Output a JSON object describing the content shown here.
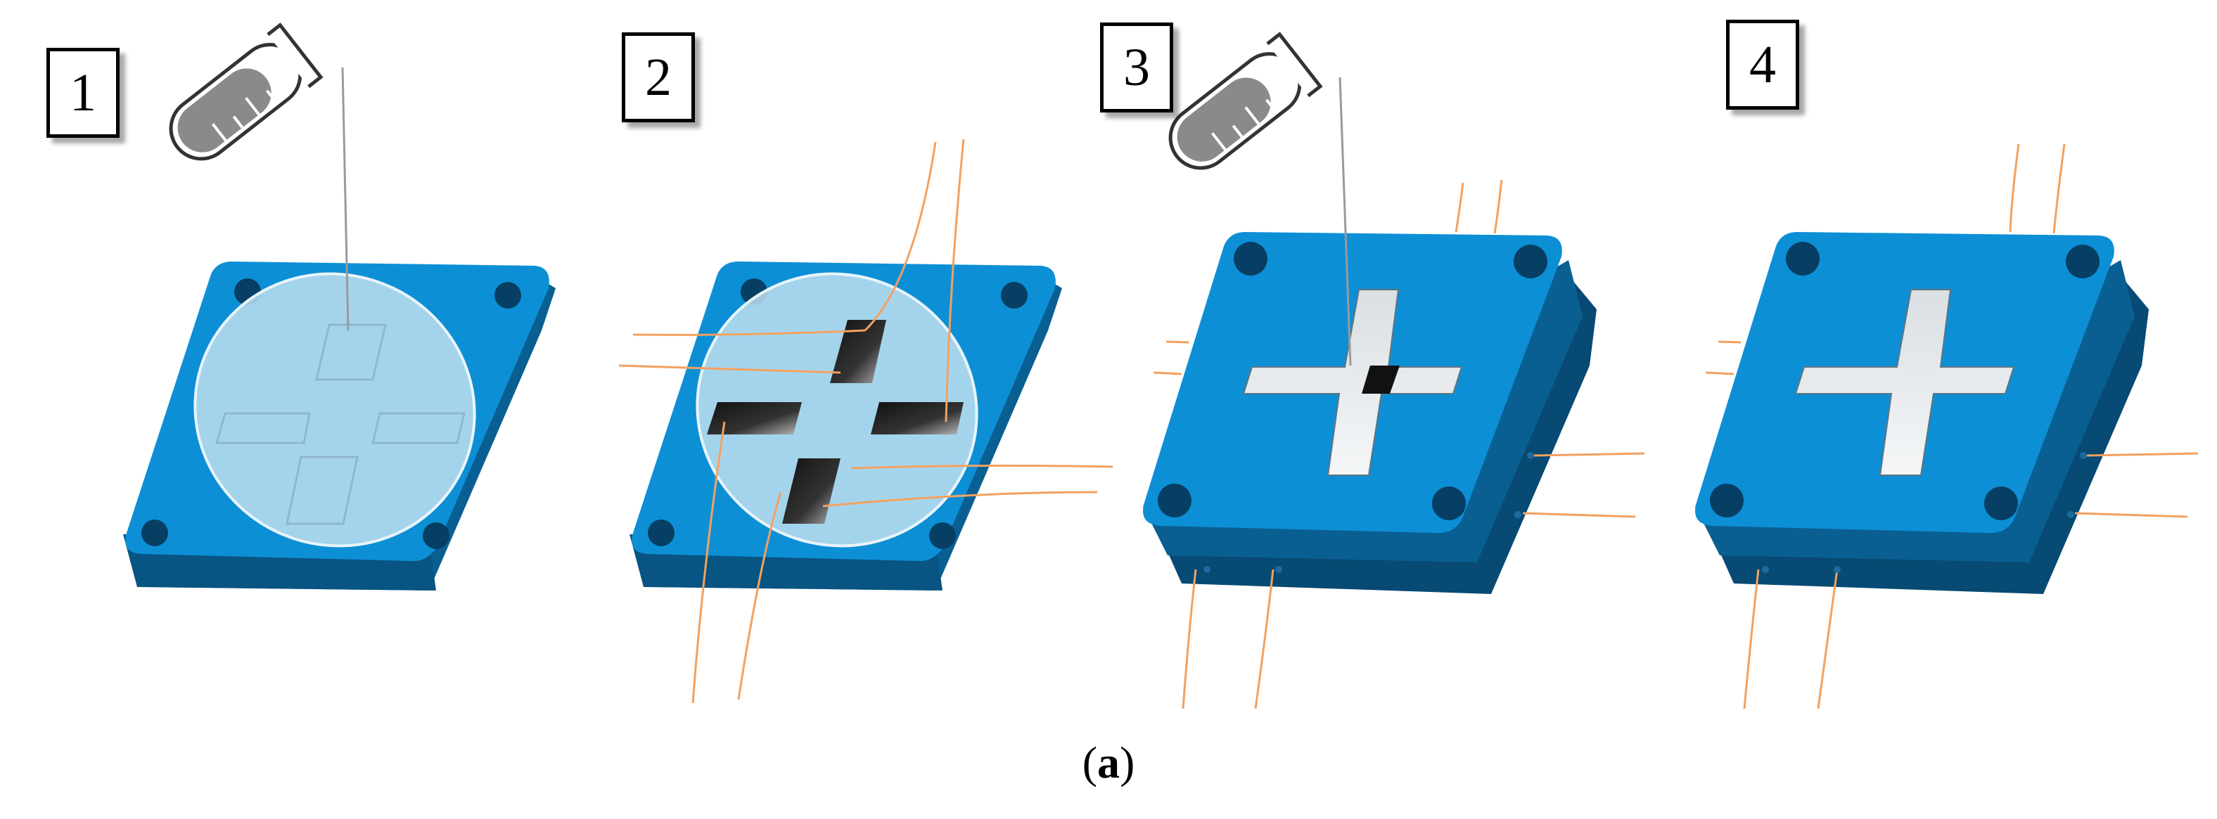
{
  "steps": [
    {
      "number": "1"
    },
    {
      "number": "2"
    },
    {
      "number": "3"
    },
    {
      "number": "4"
    }
  ],
  "caption": {
    "open": "(",
    "letter": "a",
    "close": ")"
  },
  "colors": {
    "mold_top": "#0d8fd6",
    "mold_side": "#0a5f92",
    "mold_side_dark": "#074a73",
    "resin": "#bfe0f0",
    "wire": "#f4a15f",
    "tube_fill": "#8a8a8a"
  }
}
